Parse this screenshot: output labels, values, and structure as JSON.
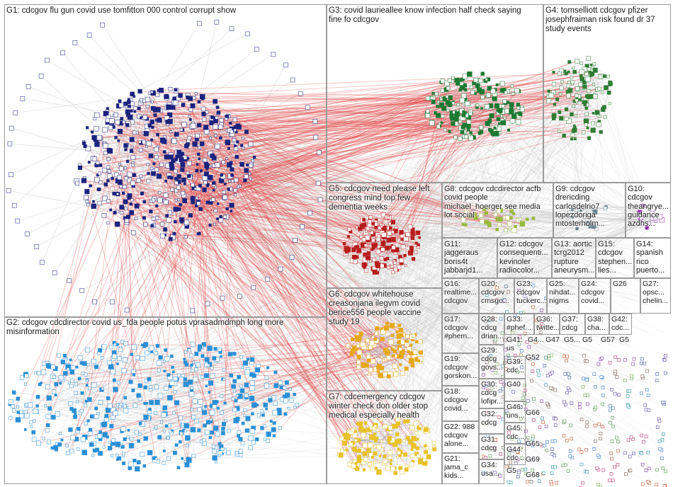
{
  "groups": {
    "G1": {
      "label": "G1: cdcgov flu gun covid use tomfitton 000 control corrupt show",
      "color": "#1a237e"
    },
    "G2": {
      "label": "G2: cdcgov cdcdirector covid us_fda people potus vprasadmdmph long more\nmisinformation",
      "color": "#2a8fd6"
    },
    "G3": {
      "label": "G3: covid laurieallee know infection half check saying\nfine fo cdcgov",
      "color": "#1b7a32"
    },
    "G4": {
      "label": "G4: tomselliott cdcgov pfizer\njosephfraiman risk found dr 37\nstudy events",
      "color": "#2e7d32"
    },
    "G5": {
      "label": "G5: cdcgov need please left\ncongress mind top few\ndementia weeks",
      "color": "#b71c1c"
    },
    "G6": {
      "label": "G6: cdcgov whitehouse\ncreasonjana ilegvm covid\nberice556 people vaccine\nstudy 19",
      "color": "#e6a817"
    },
    "G7": {
      "label": "G7: cdcemergency cdcgov\nwinter check don older stop\nmedical especially health",
      "color": "#e8c227"
    },
    "G8": {
      "label": "G8: cdcgov cdcdirector acfb\ncovid people\nmichael_hoerger see media\nlot social",
      "color": "#9ab83a"
    },
    "G9": {
      "label": "G9: cdcgov\ndrericding\ncarlosdelrio7\nlopezdoriga\nmtosterholm...",
      "color": "#607d8b"
    },
    "G10": {
      "label": "G10:\ncdcgov\ntheangrye...\nguidance\nazdhs...",
      "color": "#8e24aa"
    },
    "G11": {
      "label": "G11:\njaggeraus\nboris4t\njabbarjd1...",
      "color": "#7e57c2"
    },
    "G12": {
      "label": "G12: cdcgov\nconsequenti...\nkevinoler\nradiocolor...",
      "color": "#795548"
    },
    "G13": {
      "label": "G13: aortic\ntcrg2012\nrupture\naneurysm...",
      "color": "#5d4037"
    },
    "G14": {
      "label": "G14:\nspanish\nrico\npuerto...",
      "color": "#3949ab"
    },
    "G15": {
      "label": "G15:\ncdcgov\nstephen...\nlies...",
      "color": "#00897b"
    },
    "G16": {
      "label": "G16:\nrealtime...\ncdcgov",
      "color": "#43a047"
    },
    "G17": {
      "label": "G17:\ncdcgov\n#phem...",
      "color": "#ef6c00"
    },
    "G18": {
      "label": "G18:\ncdcgov\ncovid...",
      "color": "#0097a7"
    },
    "G19": {
      "label": "G19:\ncdcgov\ngorskon...",
      "color": "#8d6e63"
    },
    "G20": {
      "label": "G20:\ncdcgov\ncmsgo...",
      "color": "#546e7a"
    },
    "G21": {
      "label": "G21:\njama_c\nkids...",
      "color": "#6d4c41"
    },
    "G22": {
      "label": "G22: 988\ncdcgov\nalone...",
      "color": "#455a64"
    },
    "G23": {
      "label": "G23:\ncdcgov\ntuckerc...",
      "color": "#c62828"
    },
    "G24": {
      "label": "G24:\ncdcgov\ncovid...",
      "color": "#00838f"
    },
    "G25": {
      "label": "G25:\nnihdat...\nnigms",
      "color": "#5e35b1"
    },
    "G26": {
      "label": "G26",
      "color": "#1565c0"
    },
    "G27": {
      "label": "G27:\nopsc...\nchelin...",
      "color": "#37474f"
    },
    "G28": {
      "label": "G28:\ncdcg\ndrian...",
      "color": "#6a1b9a"
    },
    "G29": {
      "label": "G29:\ncdcg\ngovs...",
      "color": "#4e342e"
    },
    "G30": {
      "label": "G30:\ncdcg\nlofipr...",
      "color": "#00695c"
    },
    "G31": {
      "label": "G31:\ncdcg",
      "color": "#558b2f"
    },
    "G32": {
      "label": "G32:\ncdcg",
      "color": "#283593"
    },
    "G33": {
      "label": "G33:\n#phef...",
      "color": "#ad1457"
    },
    "G34": {
      "label": "G34:\nusa...",
      "color": "#424242"
    },
    "G36": {
      "label": "G36:\ntwitte...",
      "color": "#1976d2"
    },
    "G37": {
      "label": "G37:\ncdcg",
      "color": "#7b1fa2"
    },
    "G38": {
      "label": "G38:\ncha...",
      "color": "#00796b"
    },
    "G39": {
      "label": "G39:\ncdc...",
      "color": "#5d4037"
    },
    "G40": {
      "label": "G40",
      "color": "#388e3c"
    },
    "G41": {
      "label": "G41:\nus",
      "color": "#0277bd"
    },
    "G42": {
      "label": "G42:\ncdc...",
      "color": "#6a1b9a"
    },
    "G44": {
      "label": "G44:\ncdc...",
      "color": "#2e7d32"
    },
    "G45": {
      "label": "G45:\ncdc...",
      "color": "#bf360c"
    },
    "G46": {
      "label": "G46:\nuns...",
      "color": "#4527a0"
    },
    "G47": {
      "label": "G47",
      "color": "#00695c"
    },
    "G52": {
      "label": "G52",
      "color": "#1565c0"
    },
    "G57": {
      "label": "G57",
      "color": "#2e7d32"
    },
    "G65": {
      "label": "G65",
      "color": "#6a1b9a"
    },
    "G66": {
      "label": "G66",
      "color": "#00838f"
    },
    "G68": {
      "label": "G68",
      "color": "#5d4037"
    },
    "G69": {
      "label": "G69",
      "color": "#283593"
    }
  },
  "small_tile_labels": [
    "G4...",
    "G5...",
    "G5",
    "G...",
    "G6...",
    "G"
  ],
  "edge_colors": {
    "intra": "#c8c8c8",
    "inter": "#e23b3b"
  }
}
